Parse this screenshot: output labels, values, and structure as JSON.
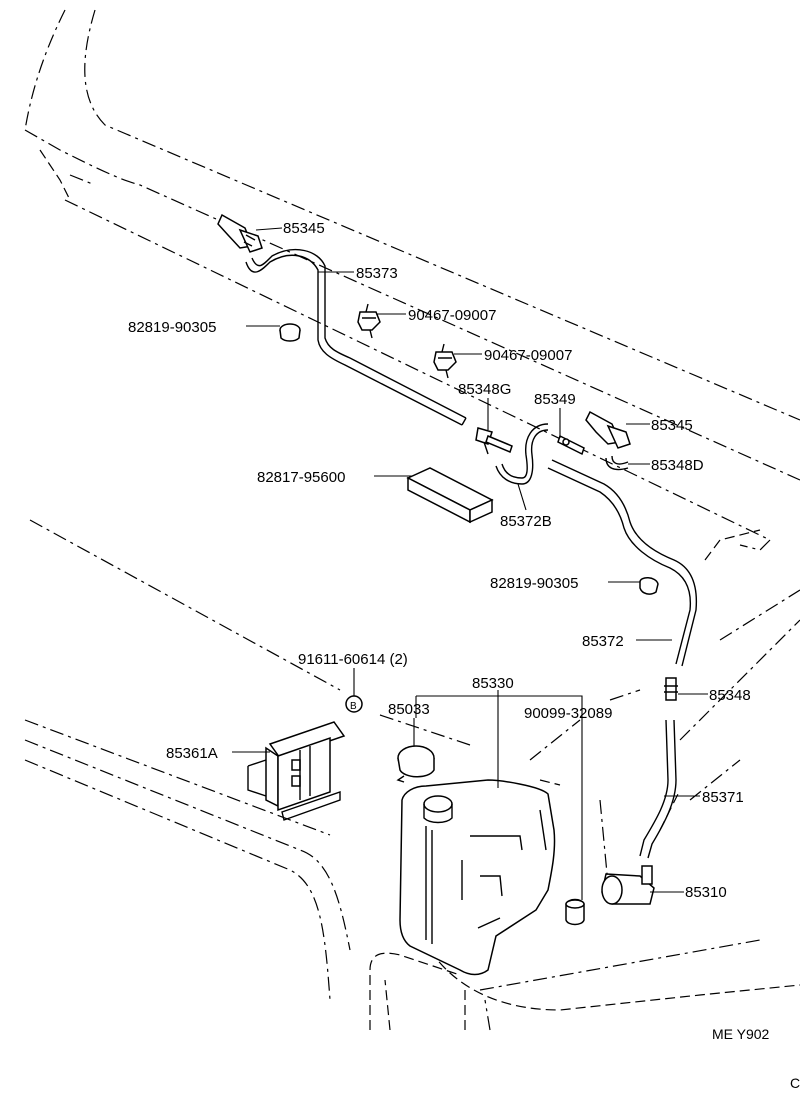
{
  "labels": {
    "p1": "85345",
    "p2": "85373",
    "p3": "90467-09007",
    "p4": "82819-90305",
    "p5": "90467-09007",
    "p6": "85348G",
    "p7": "85349",
    "p8": "85345",
    "p9": "85348D",
    "p10": "82817-95600",
    "p11": "85372B",
    "p12": "82819-90305",
    "p13": "85372",
    "p14": "91611-60614 (2)",
    "p15": "85330",
    "p16": "85033",
    "p17": "90099-32089",
    "p18": "85348",
    "p19": "85361A",
    "p20": "85371",
    "p21": "85310",
    "circle_b": "B"
  },
  "code": "ME Y902",
  "corner_mark": "C"
}
